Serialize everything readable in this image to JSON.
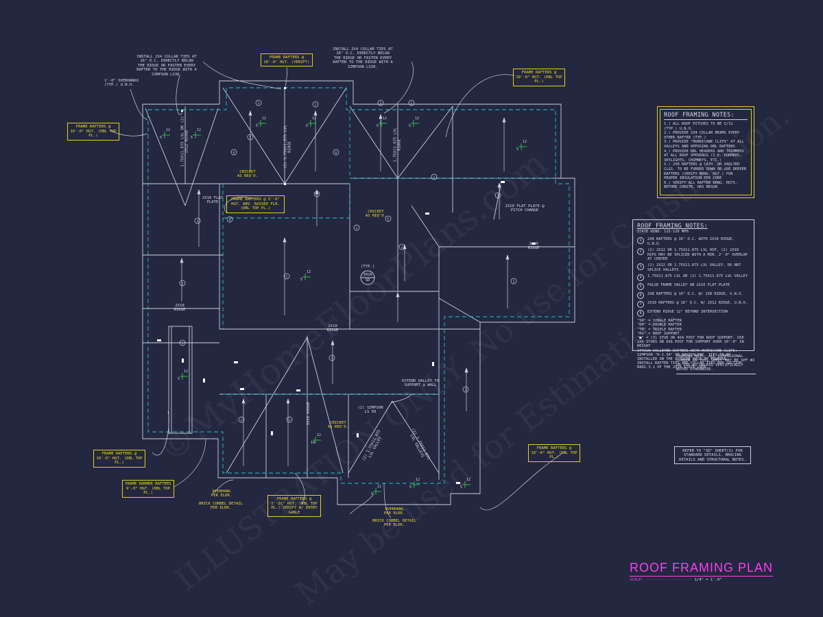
{
  "colors": {
    "background": "#23273f",
    "linework": "#cfd3e0",
    "dashed_wall": "#1fc8d4",
    "tag_yellow": "#f0dc2a",
    "pitch_green": "#35e04a",
    "title_magenta": "#ff3ff0"
  },
  "title_block": {
    "title": "ROOF FRAMING PLAN",
    "scale_label": "SCALE:",
    "scale_value": "1/4\" = 1'-0\""
  },
  "watermarks": [
    "©MyHomeFloorPlans.com",
    "ILLUSTRATION ONLY. No use for Construction.",
    "May be used for Estimation."
  ],
  "notes_box_1": {
    "title": "ROOF FRAMING NOTES:",
    "items": [
      "1.) ALL ROOF PITCHES TO BE 5/12 (TYP.) U.N.O.",
      "2.) PROVIDE 2x4 COLLAR BEAMS EVERY OTHER RAFTER (TYP.)",
      "3.) PROVIDE \"HURRICANE CLIPS\" AT ALL VALLEYS AND OPPOSING DBL RAFTERS",
      "4.) PROVIDE DBL HEADERS AND TRIMMERS AT ALL ROOF OPENINGS (I.E. DORMERS, SKYLIGHTS, CHIMNEYS, ETC.)",
      "5.) 2x8 RAFTERS @ CATH. OR VAULTED CLGS. TO BE FURRED DOWN OR USE DEEPER RAFTERS (VERIFY BRNG. HGT.) FOR PROPER INSULATION PER CODE",
      "6.) VERIFY ALL RAFTER BRNG. HGTS. BEFORE CONSTR. HAS BEGUN"
    ]
  },
  "notes_box_2": {
    "title": "ROOF FRAMING NOTES:",
    "subtitle": "STATE Wind: 115-120 mph",
    "legend": [
      {
        "sym": "1",
        "text": "2x8 RAFTERS @ 16\" O.C. WITH 2x10 RIDGE, U.N.O."
      },
      {
        "sym": "2",
        "text": "(2) 2x12 OR 1.75x11.875 LVL HIP, (2) 2x10 HIPS MAY BE SPLICED WITH A MIN. 2'-0\" OVERLAP AT CENTER"
      },
      {
        "sym": "3",
        "text": "(2) 2x12 OR 1.75x11.875 LVL VALLEY, DO NOT SPLICE VALLEYS"
      },
      {
        "sym": "4",
        "text": "1.75x11.875 LVL OR (2) 1.75x11.875 LVL VALLEY"
      },
      {
        "sym": "5",
        "text": "FALSE FRAME VALLEY ON 2x10 FLAT PLATE"
      },
      {
        "sym": "6",
        "text": "2x8 RAFTERS @ 16\" O.C. W/ 2x8 RIDGE, U.N.O."
      },
      {
        "sym": "7",
        "text": "2x10 RAFTERS @ 16\" O.C. W/ 2x12 RIDGE, U.N.O."
      },
      {
        "sym": "8",
        "text": "EXTEND RIDGE 12\" BEYOND INTERSECTION"
      }
    ],
    "abbreviations": [
      "\"SR\" = SINGLE RAFTER",
      "\"DR\" = DOUBLE RAFTER",
      "\"TR\" = TRIPLE RAFTER",
      "\"RS\" = ROOF SUPPORT",
      "\"■\" = (3) STUD OR 4x4 POST FOR ROOF SUPPORT. USE 2x6 STUDS OR 6x6 POST FOR SUPPORT OVER 10'-0\" IN HEIGHT",
      "ATTACH VALLEYED RAFTERS WITH HURRICANE CLIPS: SIMPSON \"H-2.5A\" OR EQUIVALENT. TIES TO BE INSTALLED ON THE OUTSIDE FACE OF FRAMING.",
      "INSTALL RAFTER TIES AND COLLAR TIES PER SECTION R802.3.1 OF THE 2018 STATE CODE."
    ]
  },
  "framing_note": "FRAMING NOTE: ALL DIMENSIONAL LUMBER ON THIS SHEET MAY BE SPF #2 OR SYP #2 UNLESS SPECIFICALLY NOTED OTHERWISE.",
  "sd_note": "REFER TO \"SD\" SHEET(S) FOR STANDARD DETAILS, BRACING DETAILS AND STRUCTURAL NOTES.",
  "callouts": {
    "collar_left": "INSTALL 2x4 COLLAR TIES AT 16\" O.C. DIRECTLY BELOW THE RIDGE OR FASTEN EVERY RAFTER TO THE RIDGE WITH A SIMPSON LS30.",
    "collar_right": "INSTALL 2x4 COLLAR TIES AT 16\" O.C. DIRECTLY BELOW THE RIDGE OR FASTEN EVERY RAFTER TO THE RIDGE WITH A SIMPSON LS30.",
    "overhang_top": "1'-0\" OVERHANGS (TYP.) U.N.O.",
    "flat_plate_left": "2x10 FLAT PLATE",
    "flat_plate_right": "2x10 FLAT PLATE @ PITCH CHANGE",
    "ridge_2x10_right": "2x10 RIDGE",
    "ridge_2x10_left": "2x10 RIDGE",
    "ridge_2x10_center": "2x10 RIDGE",
    "extend_valley": "EXTEND VALLEY TO SUPPORT @ WALL",
    "simpson": "(2) SIMPSON LS 50",
    "typ": "(TYP.)",
    "section_ref": "302A",
    "section_sheet": "SD",
    "lvl_ridge_1": "(2) 1.75x11.875 LVL RIDGE",
    "lvl_ridge_2": "1.75x11.875 LVL RIDGE",
    "lvl_ridge_3": "1.75x11.875 LVL OR (2) 2x12 RIDGE",
    "ridge_2x12": "2x12 RIDGE",
    "lvl_valley_1": "(2) 1.75x11.875 LVL VALLEY",
    "lvl_valley_2": "(2) 1.75x11.875 LVL VALLEYS",
    "overhang_left": "OVERHANG PER ELDR.",
    "brick_left": "BRICK CORBEL DETAIL PER ELDR.",
    "overhang_mid": "OVERHANG PER ELDR.",
    "brick_mid": "BRICK CORBEL DETAIL PER ELDR."
  },
  "tags": {
    "t_top_center": "FRAME RAFTERS @ 10'-0\" HGT. (VERIFY)",
    "t_top_right": "FRAME RAFTERS @ 10'-0\" HGT. (DBL TOP PL.)",
    "t_left": "FRAME RAFTERS @ 10'-0\" HGT. (DBL TOP PL.)",
    "t_raised": "FRAME RAFTERS @ 5'-0\" HGT. ABV. RAISED FLR. (DBL TOP PL.)",
    "t_bottom_left": "FRAME RAFTERS @ 10'-0\" HGT. (DBL TOP PL.)",
    "t_dormer": "FRAME DORMER RAFTERS 9'-0\" HGT. (DBL TOP PL.)",
    "t_entry": "FRAME RAFTERS @ 5'-2¼\" HGT. (DBL TOP PL.) VERIFY W/ ENTRY GABLE",
    "t_bottom_right": "FRAME RAFTERS @ 10'-0\" HGT. (DBL TOP PL.)",
    "cricket_1": "CRICKET AS REQ'D.",
    "cricket_2": "CRICKET AS REQ'D.",
    "cricket_3": "CRICKET AS REQ'D."
  },
  "pitch_rise": "12",
  "pitch_run": "5",
  "pitch_run_steep": "14",
  "symbols": {
    "one": "1",
    "two": "2",
    "three": "3",
    "four": "4",
    "five": "5",
    "six": "6",
    "eight": "8"
  }
}
